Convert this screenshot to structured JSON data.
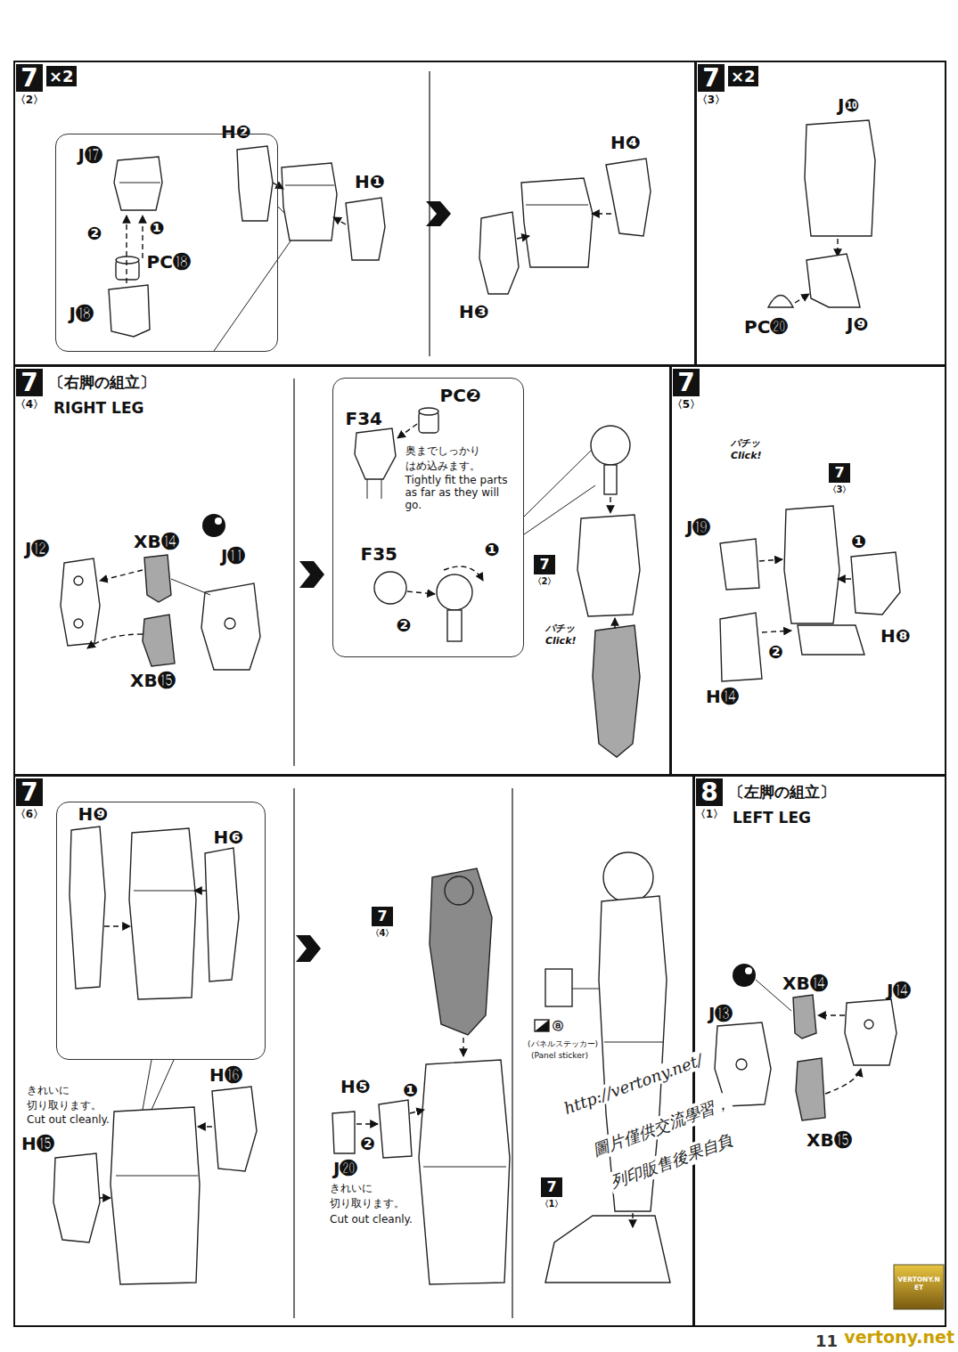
{
  "diagram": {
    "nodes": [
      {
        "text": [
          "7",
          "〈2〉",
          "×2"
        ]
      },
      {
        "text": [
          "J⓱",
          "❷",
          "❶",
          "PC⓲",
          "J⓲"
        ],
        "in": 0
      },
      {
        "text": [
          "7",
          "〈3〉",
          "×2"
        ]
      },
      {
        "text": [
          "7",
          "〈4〉",
          "〔右脚の組立〕",
          "RIGHT LEG"
        ]
      },
      {
        "text": [
          "PC❷",
          "F34",
          "奥までしっかり はめ込みます。",
          "Tightly fit the parts as far as they will go.",
          "F35",
          "❶",
          "❷"
        ],
        "in": 3
      },
      {
        "text": [
          "7",
          "〈2〉"
        ],
        "in": 3
      },
      {
        "text": [
          "7",
          "〈5〉"
        ]
      },
      {
        "text": [
          "7",
          "〈3〉"
        ],
        "in": 6
      },
      {
        "text": [
          "7",
          "〈6〉"
        ]
      },
      {
        "text": [
          "H❾",
          "H❻"
        ],
        "in": 8
      },
      {
        "text": [
          "7",
          "〈4〉"
        ],
        "in": 8
      },
      {
        "text": [
          "7",
          "〈1〉"
        ],
        "in": 8
      },
      {
        "text": [
          "8",
          "〈1〉",
          "〔左脚の組立〕",
          "LEFT LEG"
        ]
      }
    ],
    "labels": [
      "H❷",
      "H❶",
      "H❹",
      "H❸",
      "J❿",
      "PC⓴",
      "J❾",
      "J⓬",
      "XB⓮",
      "J⓫",
      "XB⓯",
      "パチッ",
      "Click!",
      "パチッ",
      "Click!",
      "J⓳",
      "❶",
      "❷",
      "H❽",
      "H⓮",
      "きれいに 切り取ります。",
      "Cut out cleanly.",
      "H⓯",
      "H⓰",
      "H❺",
      "❶",
      "❷",
      "J⓴",
      "きれいに 切り取ります。",
      "Cut out cleanly.",
      "ⓐ",
      "(パネルステッカー)",
      "(Panel sticker)",
      "J⓭",
      "XB⓮",
      "J⓮",
      "XB⓯",
      "http://vertony.net/",
      "圖片僅供交流學習，",
      "列印販售後果自負",
      "VERTONY.NET",
      "vertony.net",
      "11"
    ]
  }
}
